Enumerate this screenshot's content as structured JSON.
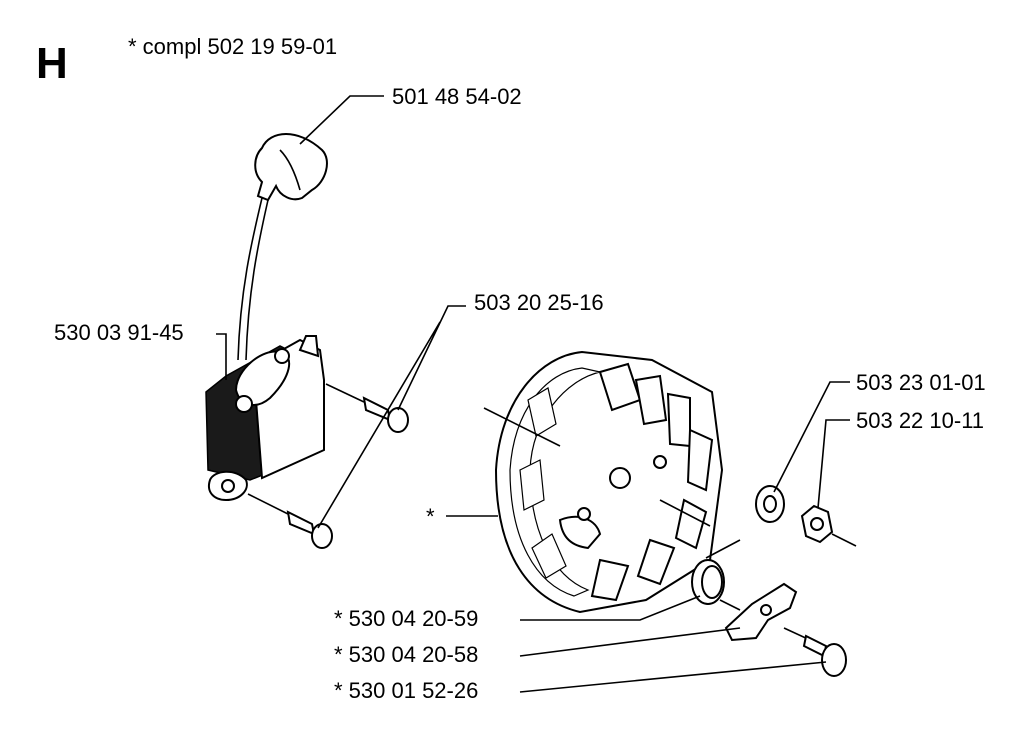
{
  "diagram": {
    "section_letter": "H",
    "note": "* compl 502 19 59-01",
    "labels": {
      "spark_plug_cap": "501 48 54-02",
      "ignition_module": "530 03 91-45",
      "screw": "503 20 25-16",
      "washer": "503 23 01-01",
      "nut": "503 22 10-11",
      "flywheel": "*",
      "spring": "* 530 04 20-59",
      "pawl": "* 530 04 20-58",
      "pawl_screw": "* 530 01 52-26"
    }
  }
}
